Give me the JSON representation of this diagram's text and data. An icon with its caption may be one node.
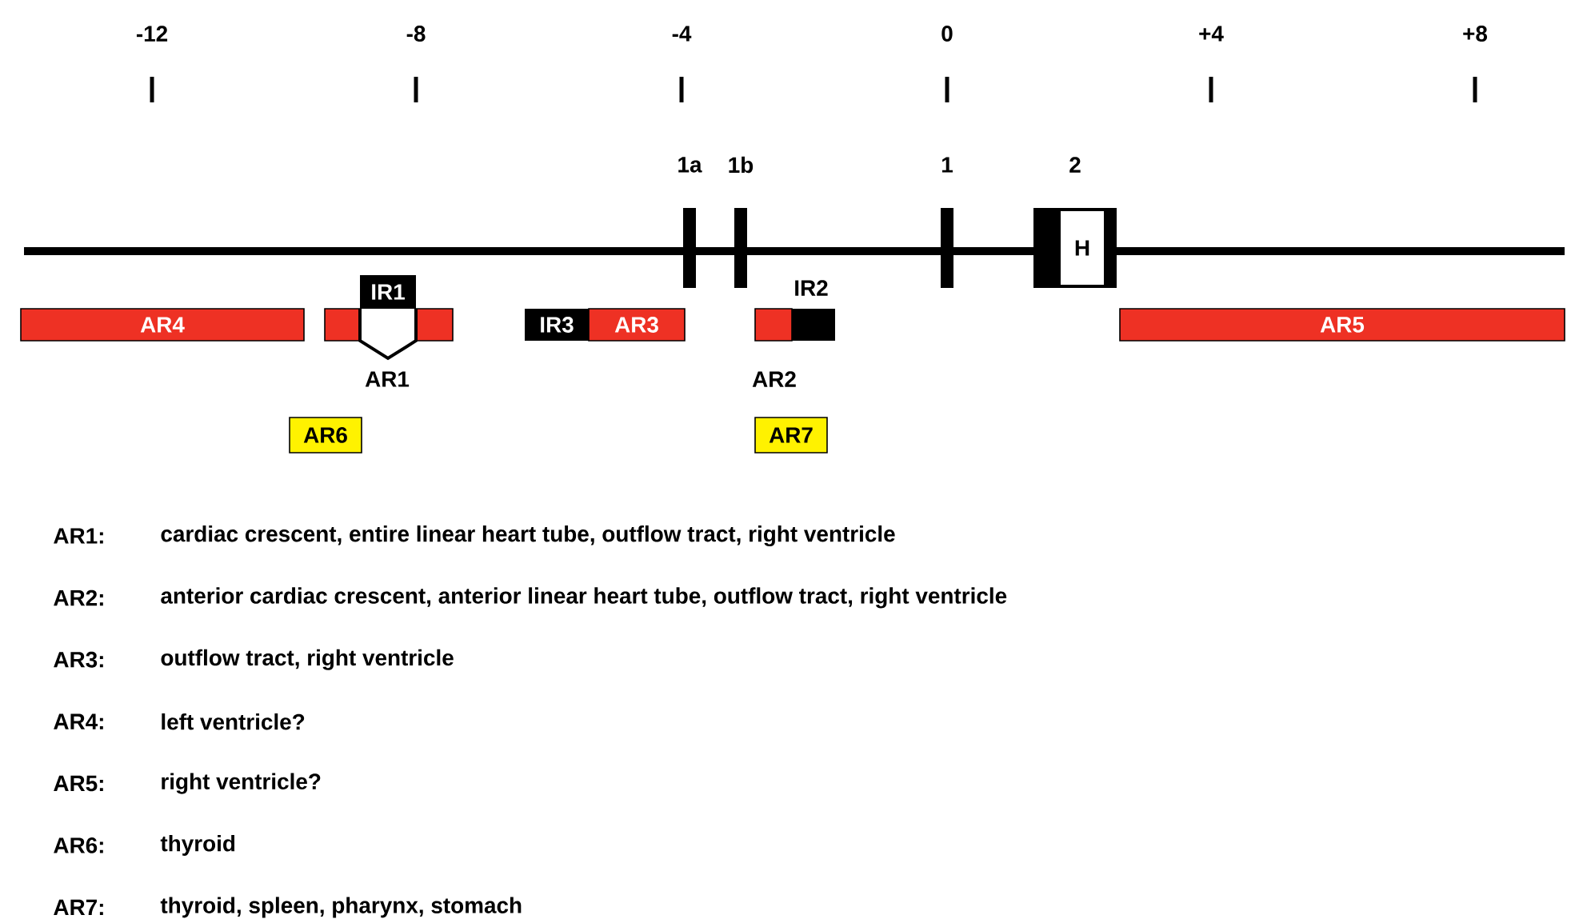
{
  "diagram": {
    "nodes": [
      {
        "text": [
          "1a"
        ]
      },
      {
        "text": [
          "1b"
        ]
      },
      {
        "text": [
          "1"
        ]
      },
      {
        "text": [
          "2"
        ]
      },
      {
        "text": [
          "H"
        ],
        "in": 3
      },
      {
        "text": [
          "AR4"
        ]
      },
      {
        "text": [
          "AR1"
        ]
      },
      {
        "text": [
          "IR1"
        ]
      },
      {
        "text": [
          "IR3"
        ]
      },
      {
        "text": [
          "AR3"
        ]
      },
      {
        "text": [
          "AR2"
        ]
      },
      {
        "text": [
          "IR2"
        ]
      },
      {
        "text": [
          "AR5"
        ]
      },
      {
        "text": [
          "AR6"
        ]
      },
      {
        "text": [
          "AR7"
        ]
      }
    ],
    "labels": [
      "-12",
      "-8",
      "-4",
      "0",
      "+4",
      "+8",
      "AR1:",
      "cardiac crescent, entire linear heart tube, outflow tract, right ventricle",
      "AR2:",
      "anterior cardiac crescent, anterior linear heart tube, outflow tract, right ventricle",
      "AR3:",
      "outflow tract, right ventricle",
      "AR4:",
      "left ventricle?",
      "AR5:",
      "right ventricle?",
      "AR6:",
      "thyroid",
      "AR7:",
      "thyroid, spleen, pharynx, stomach"
    ]
  }
}
